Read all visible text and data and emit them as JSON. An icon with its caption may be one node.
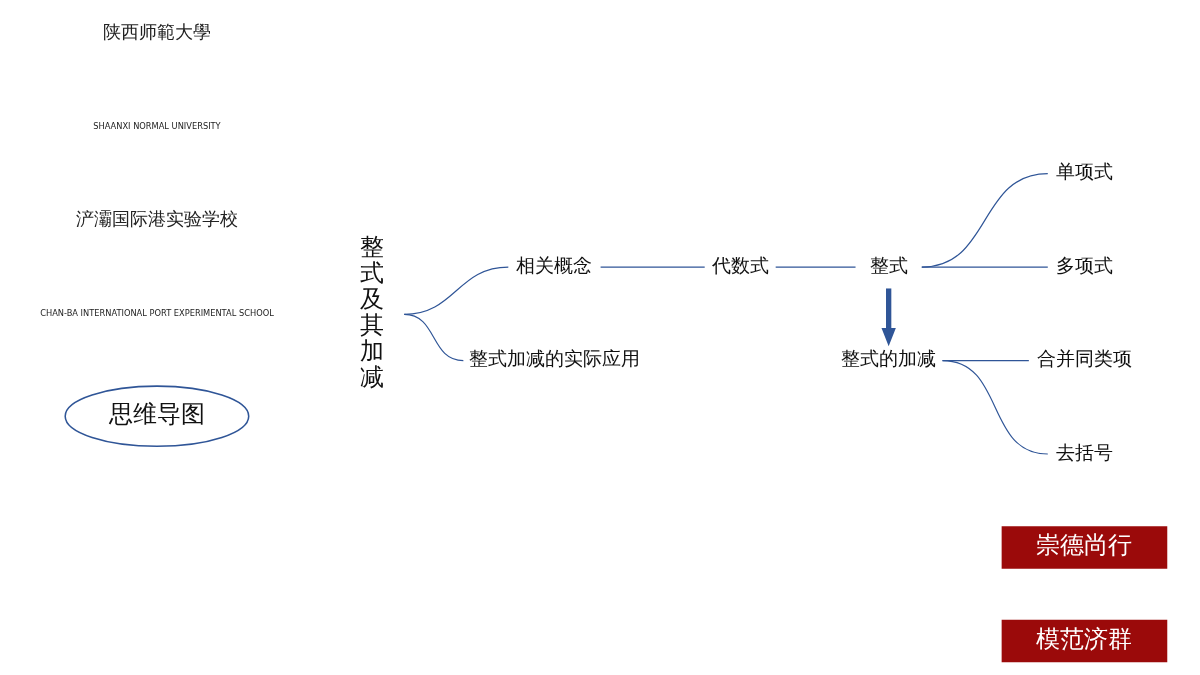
{
  "diagram": {
    "nodes": [
      {
        "text": [
          "思维导图"
        ]
      },
      {
        "text": [
          "整式及其加减"
        ]
      },
      {
        "text": [
          "相关概念"
        ]
      },
      {
        "text": [
          "代数式"
        ]
      },
      {
        "text": [
          "整式"
        ]
      },
      {
        "text": [
          "单项式"
        ]
      },
      {
        "text": [
          "多项式"
        ]
      },
      {
        "text": [
          "整式的加减"
        ]
      },
      {
        "text": [
          "合并同类项"
        ]
      },
      {
        "text": [
          "去括号"
        ]
      },
      {
        "text": [
          "整式加减的实际应用"
        ]
      }
    ],
    "edges": [
      {
        "from": 1,
        "to": 2,
        "arrow": "none"
      },
      {
        "from": 1,
        "to": 10,
        "arrow": "none"
      },
      {
        "from": 2,
        "to": 3,
        "arrow": "none"
      },
      {
        "from": 3,
        "to": 4,
        "arrow": "none"
      },
      {
        "from": 4,
        "to": 5,
        "arrow": "none"
      },
      {
        "from": 4,
        "to": 6,
        "arrow": "none"
      },
      {
        "from": 4,
        "to": 7,
        "arrow": "to",
        "style": "thick"
      },
      {
        "from": 7,
        "to": 8,
        "arrow": "none"
      },
      {
        "from": 7,
        "to": 9,
        "arrow": "none"
      }
    ],
    "labels": [
      "陕西师範大學",
      "SHAANXI NORMAL UNIVERSITY",
      "浐灞国际港实验学校",
      "CHAN-BA INTERNATIONAL PORT EXPERIMENTAL SCHOOL",
      "崇德尚行",
      "模范济群"
    ]
  }
}
